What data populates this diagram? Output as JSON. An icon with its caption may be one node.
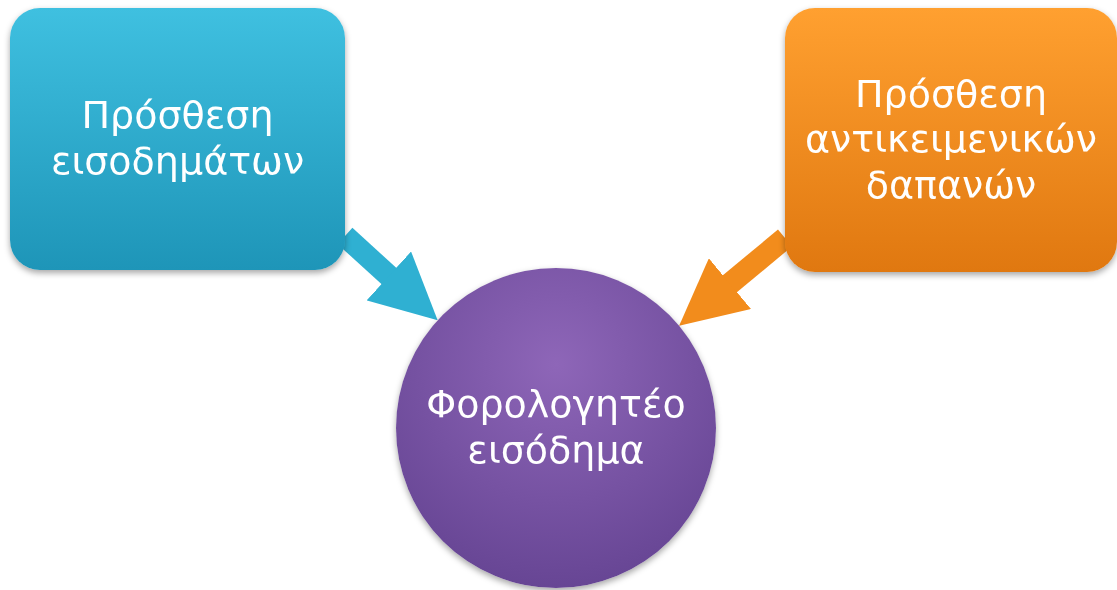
{
  "diagram": {
    "nodes": [
      {
        "text": [
          "Πρόσθεση εισοδημάτων"
        ]
      },
      {
        "text": [
          "Πρόσθεση αντικειμενικών δαπανών"
        ]
      },
      {
        "text": [
          "Φορολογητέο εισόδημα"
        ]
      }
    ],
    "edges": [
      {
        "from": 0,
        "to": 2,
        "arrow": "to",
        "color": "#2fb0d2"
      },
      {
        "from": 1,
        "to": 2,
        "arrow": "to",
        "color": "#f28c1c"
      }
    ]
  }
}
